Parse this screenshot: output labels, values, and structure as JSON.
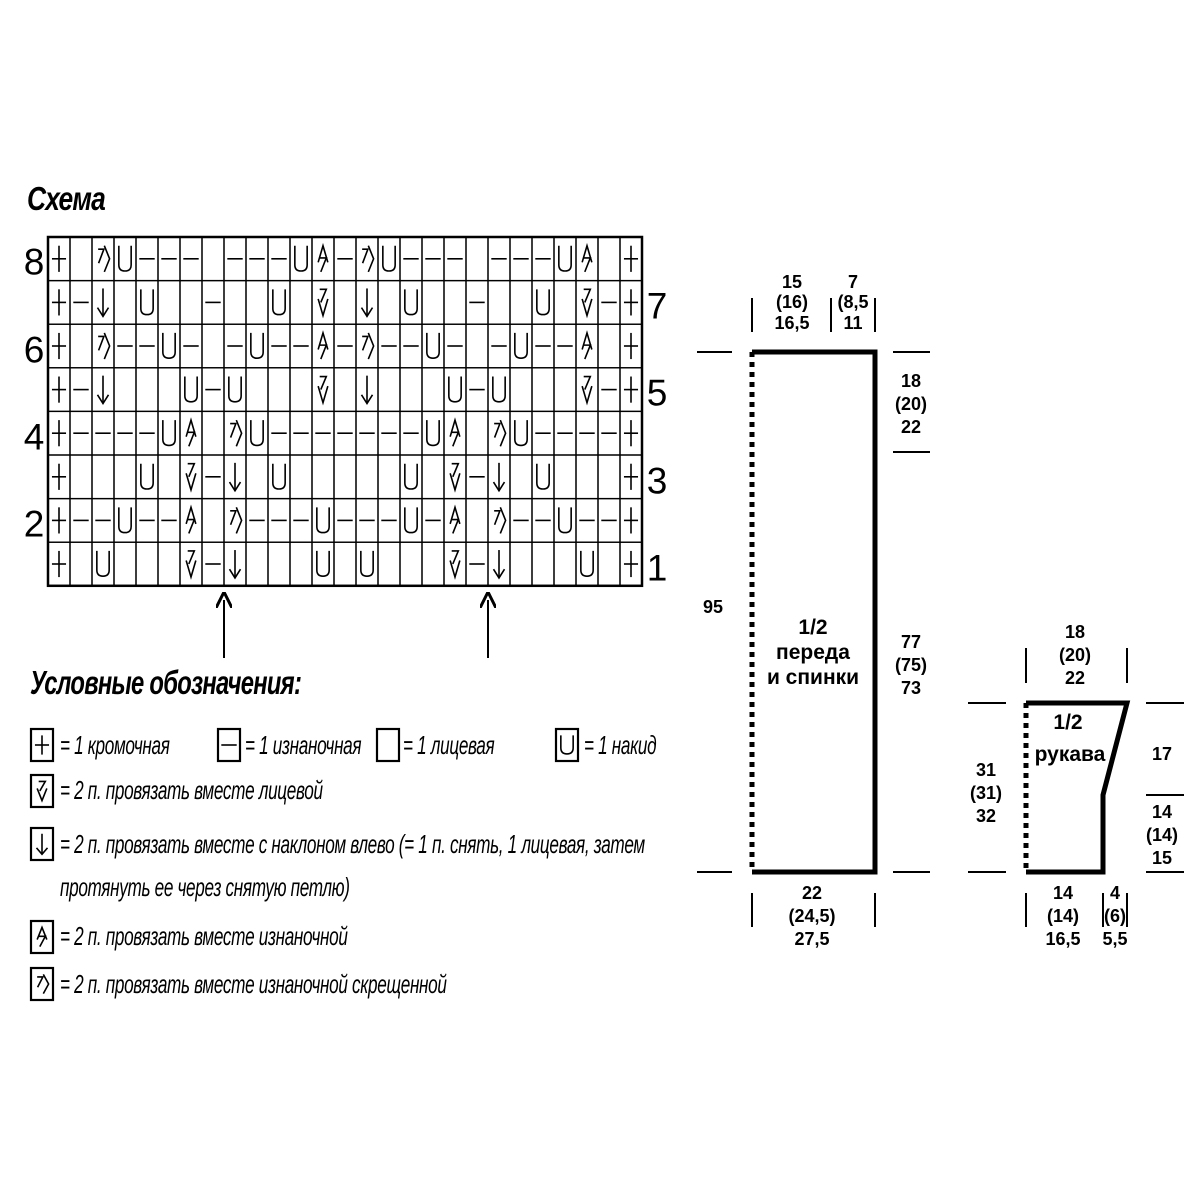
{
  "chart_title": "Схема",
  "rows_left": [
    "8",
    "6",
    "4",
    "2"
  ],
  "rows_right": [
    "7",
    "5",
    "3",
    "1"
  ],
  "chart_rows": [
    [
      "+",
      "",
      "Z",
      "U",
      "-",
      "-",
      "-",
      "",
      "-",
      "-",
      "-",
      "U",
      "A",
      "-",
      "Z",
      "U",
      "-",
      "-",
      "-",
      "",
      "-",
      "-",
      "-",
      "U",
      "A",
      "",
      "+"
    ],
    [
      "+",
      "-",
      "D",
      "",
      "U",
      "",
      "",
      "-",
      "",
      "",
      "U",
      "",
      "Y",
      "",
      "D",
      "",
      "U",
      "",
      "",
      "-",
      "",
      "",
      "U",
      "",
      "Y",
      "-",
      "+"
    ],
    [
      "+",
      "",
      "Z",
      "-",
      "-",
      "U",
      "-",
      "",
      "-",
      "U",
      "-",
      "-",
      "A",
      "-",
      "Z",
      "-",
      "-",
      "U",
      "-",
      "",
      "-",
      "U",
      "-",
      "-",
      "A",
      "",
      "+"
    ],
    [
      "+",
      "-",
      "D",
      "",
      "",
      "",
      "U",
      "-",
      "U",
      "",
      "",
      "",
      "Y",
      "",
      "D",
      "",
      "",
      "",
      "U",
      "-",
      "U",
      "",
      "",
      "",
      "Y",
      "-",
      "+"
    ],
    [
      "+",
      "-",
      "-",
      "-",
      "-",
      "U",
      "A",
      "",
      "Z",
      "U",
      "-",
      "-",
      "-",
      "-",
      "-",
      "-",
      "-",
      "U",
      "A",
      "",
      "Z",
      "U",
      "-",
      "-",
      "-",
      "-",
      "+"
    ],
    [
      "+",
      "",
      "",
      "",
      "U",
      "",
      "Y",
      "-",
      "D",
      "",
      "U",
      "",
      "",
      "",
      "",
      "",
      "U",
      "",
      "Y",
      "-",
      "D",
      "",
      "U",
      "",
      "",
      "",
      "+"
    ],
    [
      "+",
      "-",
      "-",
      "U",
      "-",
      "-",
      "A",
      "",
      "Z",
      "-",
      "-",
      "-",
      "U",
      "-",
      "-",
      "-",
      "U",
      "-",
      "A",
      "",
      "Z",
      "-",
      "-",
      "U",
      "-",
      "-",
      "+"
    ],
    [
      "+",
      "",
      "U",
      "",
      "",
      "",
      "Y",
      "-",
      "D",
      "",
      "",
      "",
      "U",
      "",
      "U",
      "",
      "",
      "",
      "Y",
      "-",
      "D",
      "",
      "",
      "",
      "U",
      "",
      "+"
    ]
  ],
  "legend": {
    "title": "Условные обозначения:",
    "edge": "= 1 кромочная",
    "purl": "= 1 изнаночная",
    "knit": "= 1 лицевая",
    "yo": "= 1 накид",
    "k2tog": "= 2 п. провязать вместе лицевой",
    "skp_line1": "= 2 п. провязать вместе с наклоном влево (= 1 п. снять, 1 лицевая, затем",
    "skp_line2": "протянуть ее через снятую петлю)",
    "p2tog": "= 2 п. провязать вместе изнаночной",
    "p2tog_tbl": "= 2 п. провязать вместе изнаночной скрещенной"
  },
  "body": {
    "label1": "1/2",
    "label2": "переда",
    "label3": "и спинки",
    "top_left": [
      "15",
      "(16)",
      "16,5"
    ],
    "top_right": [
      "7",
      "(8,5",
      "11"
    ],
    "height": "95",
    "upper": [
      "18",
      "(20)",
      "22"
    ],
    "lower": [
      "77",
      "(75)",
      "73"
    ],
    "bottom": [
      "22",
      "(24,5)",
      "27,5"
    ]
  },
  "sleeve": {
    "label1": "1/2",
    "label2": "рукава",
    "top": [
      "18",
      "(20)",
      "22"
    ],
    "left": [
      "31",
      "(31)",
      "32"
    ],
    "right_top": "17",
    "right_bottom": [
      "14",
      "(14)",
      "15"
    ],
    "bottom_left": [
      "14",
      "(14)",
      "16,5"
    ],
    "bottom_right": [
      "4",
      "(6)",
      "5,5"
    ]
  }
}
